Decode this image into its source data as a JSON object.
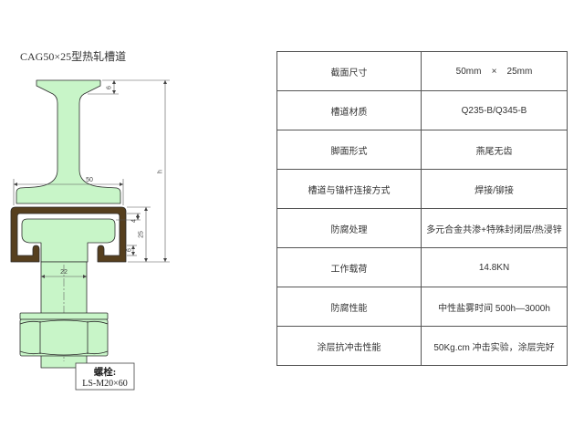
{
  "title": "CAG50×25型热轧槽道",
  "diagram": {
    "colors": {
      "part": "#c8f5c8",
      "channel": "#563f1e"
    },
    "dims": {
      "top": "6",
      "h": "h",
      "width": "50",
      "wall": "4",
      "depth": "25",
      "lip": "6",
      "bolt": "22"
    },
    "bolt_label": {
      "heading": "螺栓:",
      "spec": "LS-M20×60"
    }
  },
  "spec_table": {
    "rows": [
      {
        "label": "截面尺寸",
        "value": "50mm    ×    25mm"
      },
      {
        "label": "槽道材质",
        "value": "Q235-B/Q345-B"
      },
      {
        "label": "脚面形式",
        "value": "燕尾无齿"
      },
      {
        "label": "槽道与锚杆连接方式",
        "value": "焊接/铆接"
      },
      {
        "label": "防腐处理",
        "value": "多元合金共渗+特殊封闭层/热浸锌"
      },
      {
        "label": "工作载荷",
        "value": "14.8KN"
      },
      {
        "label": "防腐性能",
        "value": "中性盐雾时间 500h—3000h"
      },
      {
        "label": "涂层抗冲击性能",
        "value": "50Kg.cm 冲击实验，涂层完好"
      }
    ]
  }
}
